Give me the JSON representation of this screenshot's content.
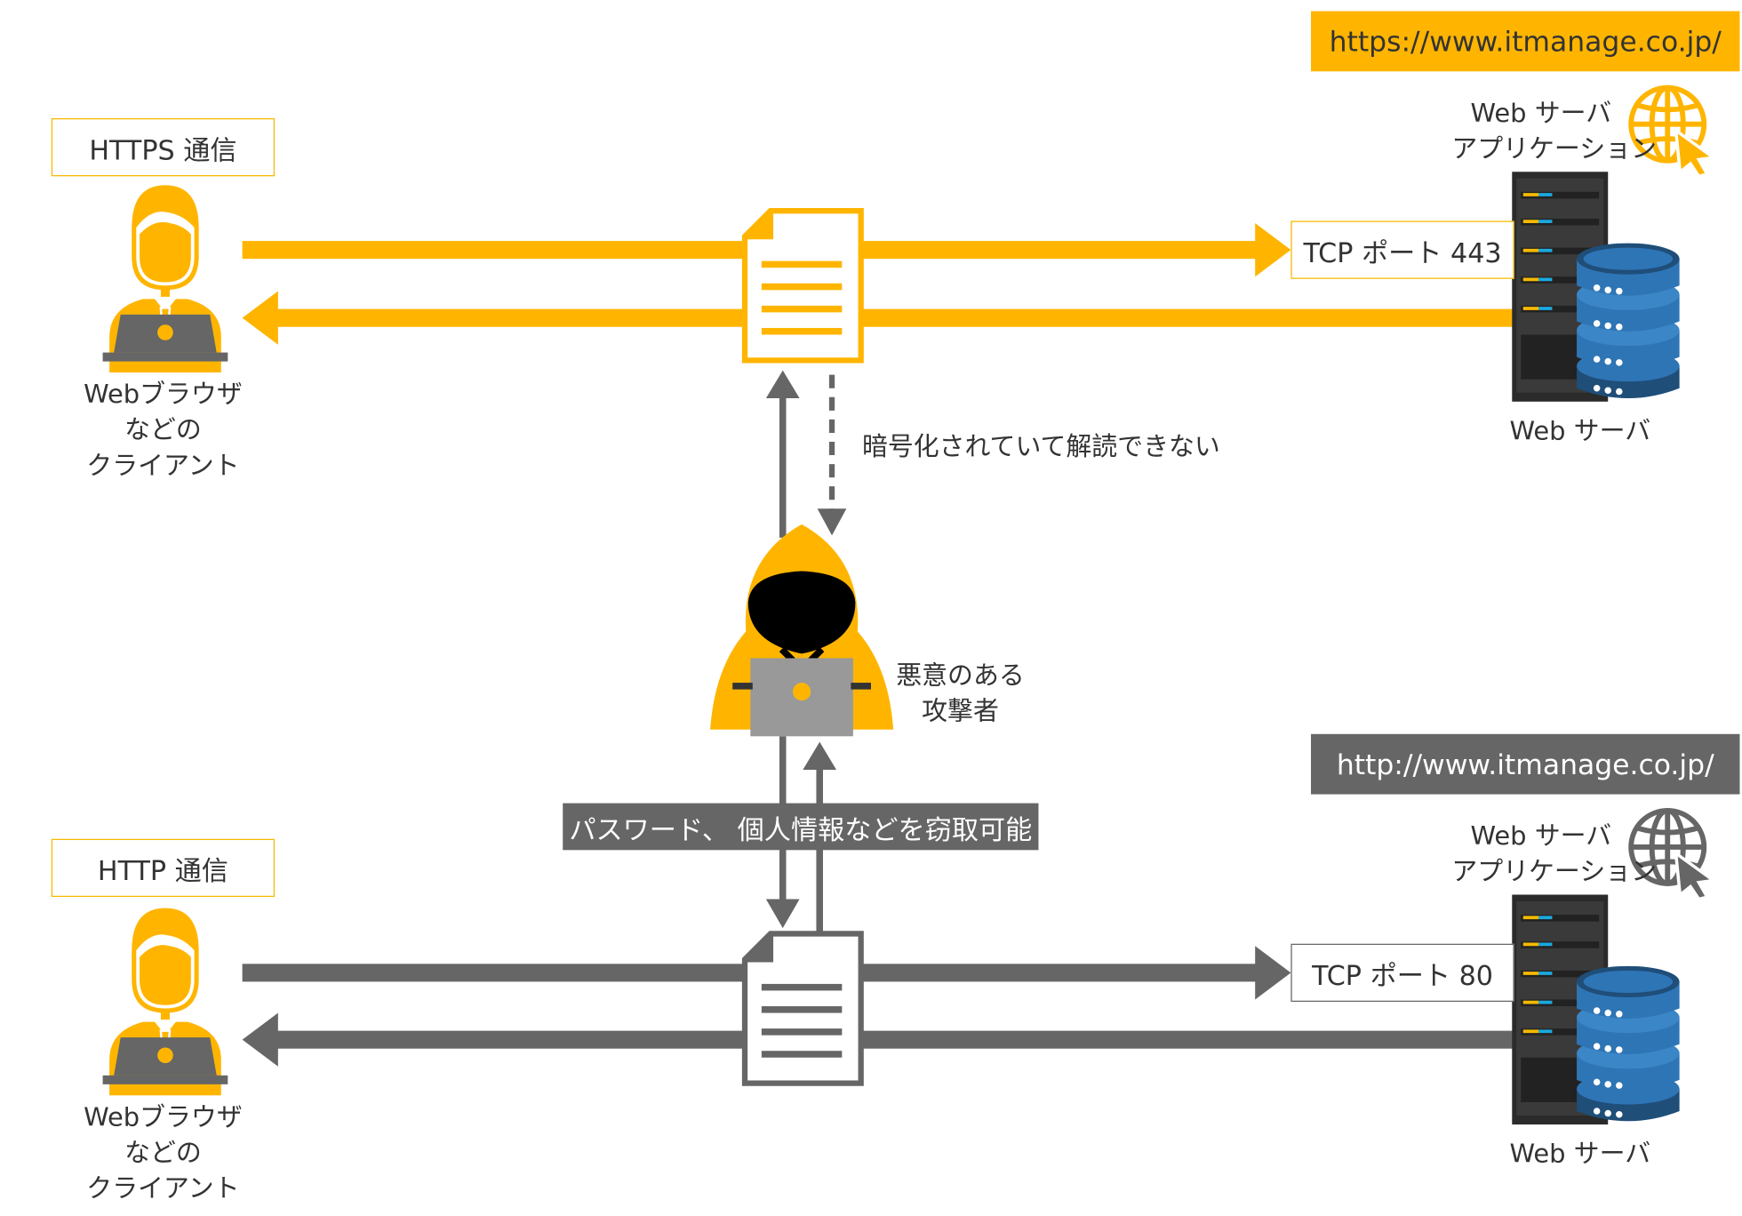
{
  "https_section": {
    "label": "HTTPS 通信",
    "url": "https://www.itmanage.co.jp/",
    "port": "TCP ポート 443",
    "client_label": [
      "Webブラウザ",
      "などの",
      "クライアント"
    ],
    "server_label": "Web サーバ",
    "app_label": [
      "Web サーバ",
      "アプリケーション"
    ],
    "note": "暗号化されていて解読できない"
  },
  "attacker": {
    "label": [
      "悪意のある",
      "攻撃者"
    ]
  },
  "http_section": {
    "label": "HTTP 通信",
    "url": "http://www.itmanage.co.jp/",
    "port": "TCP ポート 80",
    "client_label": [
      "Webブラウザ",
      "などの",
      "クライアント"
    ],
    "server_label": "Web サーバ",
    "app_label": [
      "Web サーバ",
      "アプリケーション"
    ],
    "note": "パスワード、 個人情報などを窃取可能"
  },
  "colors": {
    "https_accent": "#FFB500",
    "http_accent": "#666666",
    "server_dark": "#2b2b2b",
    "database_blue": "#2E75B6"
  }
}
